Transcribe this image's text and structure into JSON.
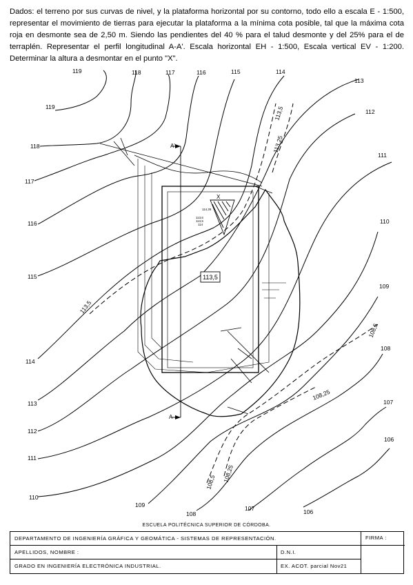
{
  "problem_statement": "Dados: el terreno por sus curvas de nivel, y la plataforma horizontal por su contorno, todo ello a escala E - 1:500, representar el movimiento de tierras para ejecutar la plataforma a la mínima cota posible, tal que la máxima cota roja en desmonte sea de 2,50 m. Siendo las pendientes del 40 % para el talud desmonte y del 25% para el de terraplén. Representar el perfil longitudinal A-A'. Escala horizontal EH - 1:500, Escala vertical EV - 1:200. Determinar la altura a desmontar en el punto \"X\".",
  "contour_labels": {
    "c119a": "119",
    "c119b": "119",
    "c118a": "118",
    "c118b": "118",
    "c117a": "117",
    "c117b": "117",
    "c116a": "116",
    "c116b": "116",
    "c115a": "115",
    "c115b": "115",
    "c114a": "114",
    "c114b": "114",
    "c113a": "113",
    "c113b": "113",
    "c112a": "112",
    "c112b": "112",
    "c111a": "111",
    "c111b": "111",
    "c110a": "110",
    "c110b": "110",
    "c109a": "109",
    "c109b": "109",
    "c108a": "108",
    "c108b": "108",
    "c107a": "107",
    "c107b": "107",
    "c106a": "106",
    "c106b": "106"
  },
  "auxiliary_labels": {
    "h1135a": "113,5",
    "h11325": "113,25",
    "h1135b": "113,5",
    "h1085a": "108,5",
    "h10825a": "108,25",
    "h1085b": "108,5",
    "h10825b": "108,25"
  },
  "platform_label": "113,5",
  "section_labels": {
    "a_prime": "A'",
    "a": "A"
  },
  "point_label": "X",
  "small_annotations": {
    "n1": "114,28",
    "n2": "113,6",
    "n3": "113,5",
    "n4": "114"
  },
  "school": "ESCUELA POLITÉCNICA SUPERIOR DE CÓRDOBA.",
  "title_block": {
    "department": "DEPARTAMENTO DE INGENIERÍA GRÁFICA Y GEOMÁTICA - SISTEMAS DE REPRESENTACIÓN.",
    "firma": "FIRMA :",
    "apellidos": "APELLIDOS, NOMBRE :",
    "dni": "D.N.I.",
    "grado": "GRADO EN INGENIERÍA ELECTRÓNICA INDUSTRIAL.",
    "exam": "EX. ACOT. parcial Nov21"
  }
}
